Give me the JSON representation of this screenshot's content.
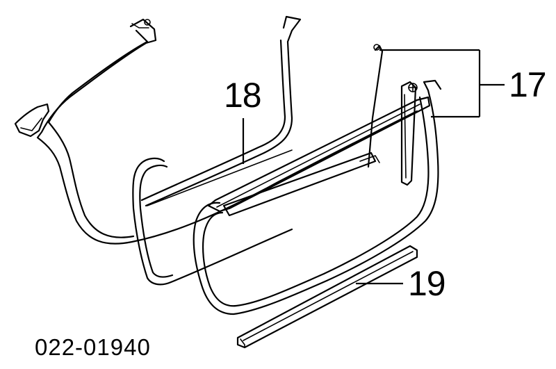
{
  "callouts": {
    "part_17": "17",
    "part_18": "18",
    "part_19": "19"
  },
  "diagram_code": "022-01940"
}
